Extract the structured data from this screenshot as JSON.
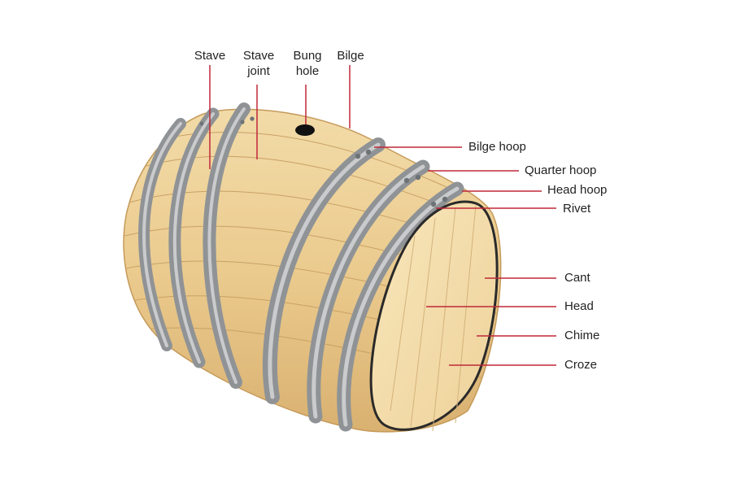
{
  "colors": {
    "background": "#ffffff",
    "wood": "#edd097",
    "wood_dark": "#c99e5b",
    "head_wood": "#f6e2b3",
    "hoop": "#8f9396",
    "hoop_light": "#c9cbcc",
    "leader_line": "#c0283a",
    "text": "#222222"
  },
  "labels": {
    "stave": "Stave",
    "stave_joint": "Stave\njoint",
    "bung_hole": "Bung\nhole",
    "bilge": "Bilge",
    "bilge_hoop": "Bilge hoop",
    "quarter_hoop": "Quarter hoop",
    "head_hoop": "Head hoop",
    "rivet": "Rivet",
    "cant": "Cant",
    "head": "Head",
    "chime": "Chime",
    "croze": "Croze"
  }
}
